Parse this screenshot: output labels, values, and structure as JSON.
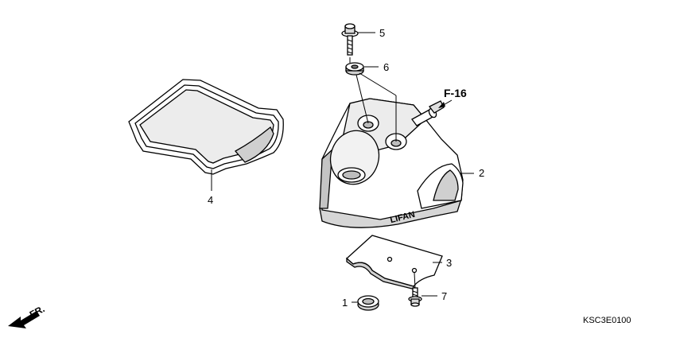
{
  "diagram": {
    "callouts": [
      "1",
      "2",
      "3",
      "4",
      "5",
      "6",
      "7"
    ],
    "reference": "F-16",
    "direction_label": "FR.",
    "diagram_code": "KSC3E0100",
    "cover_marking": "LIFAN",
    "ink_color": "#000000",
    "background_color": "#ffffff",
    "part_fill_light": "#ffffff",
    "part_fill_mid": "#e8e8e8",
    "part_fill_dark": "#bdbdbd"
  }
}
